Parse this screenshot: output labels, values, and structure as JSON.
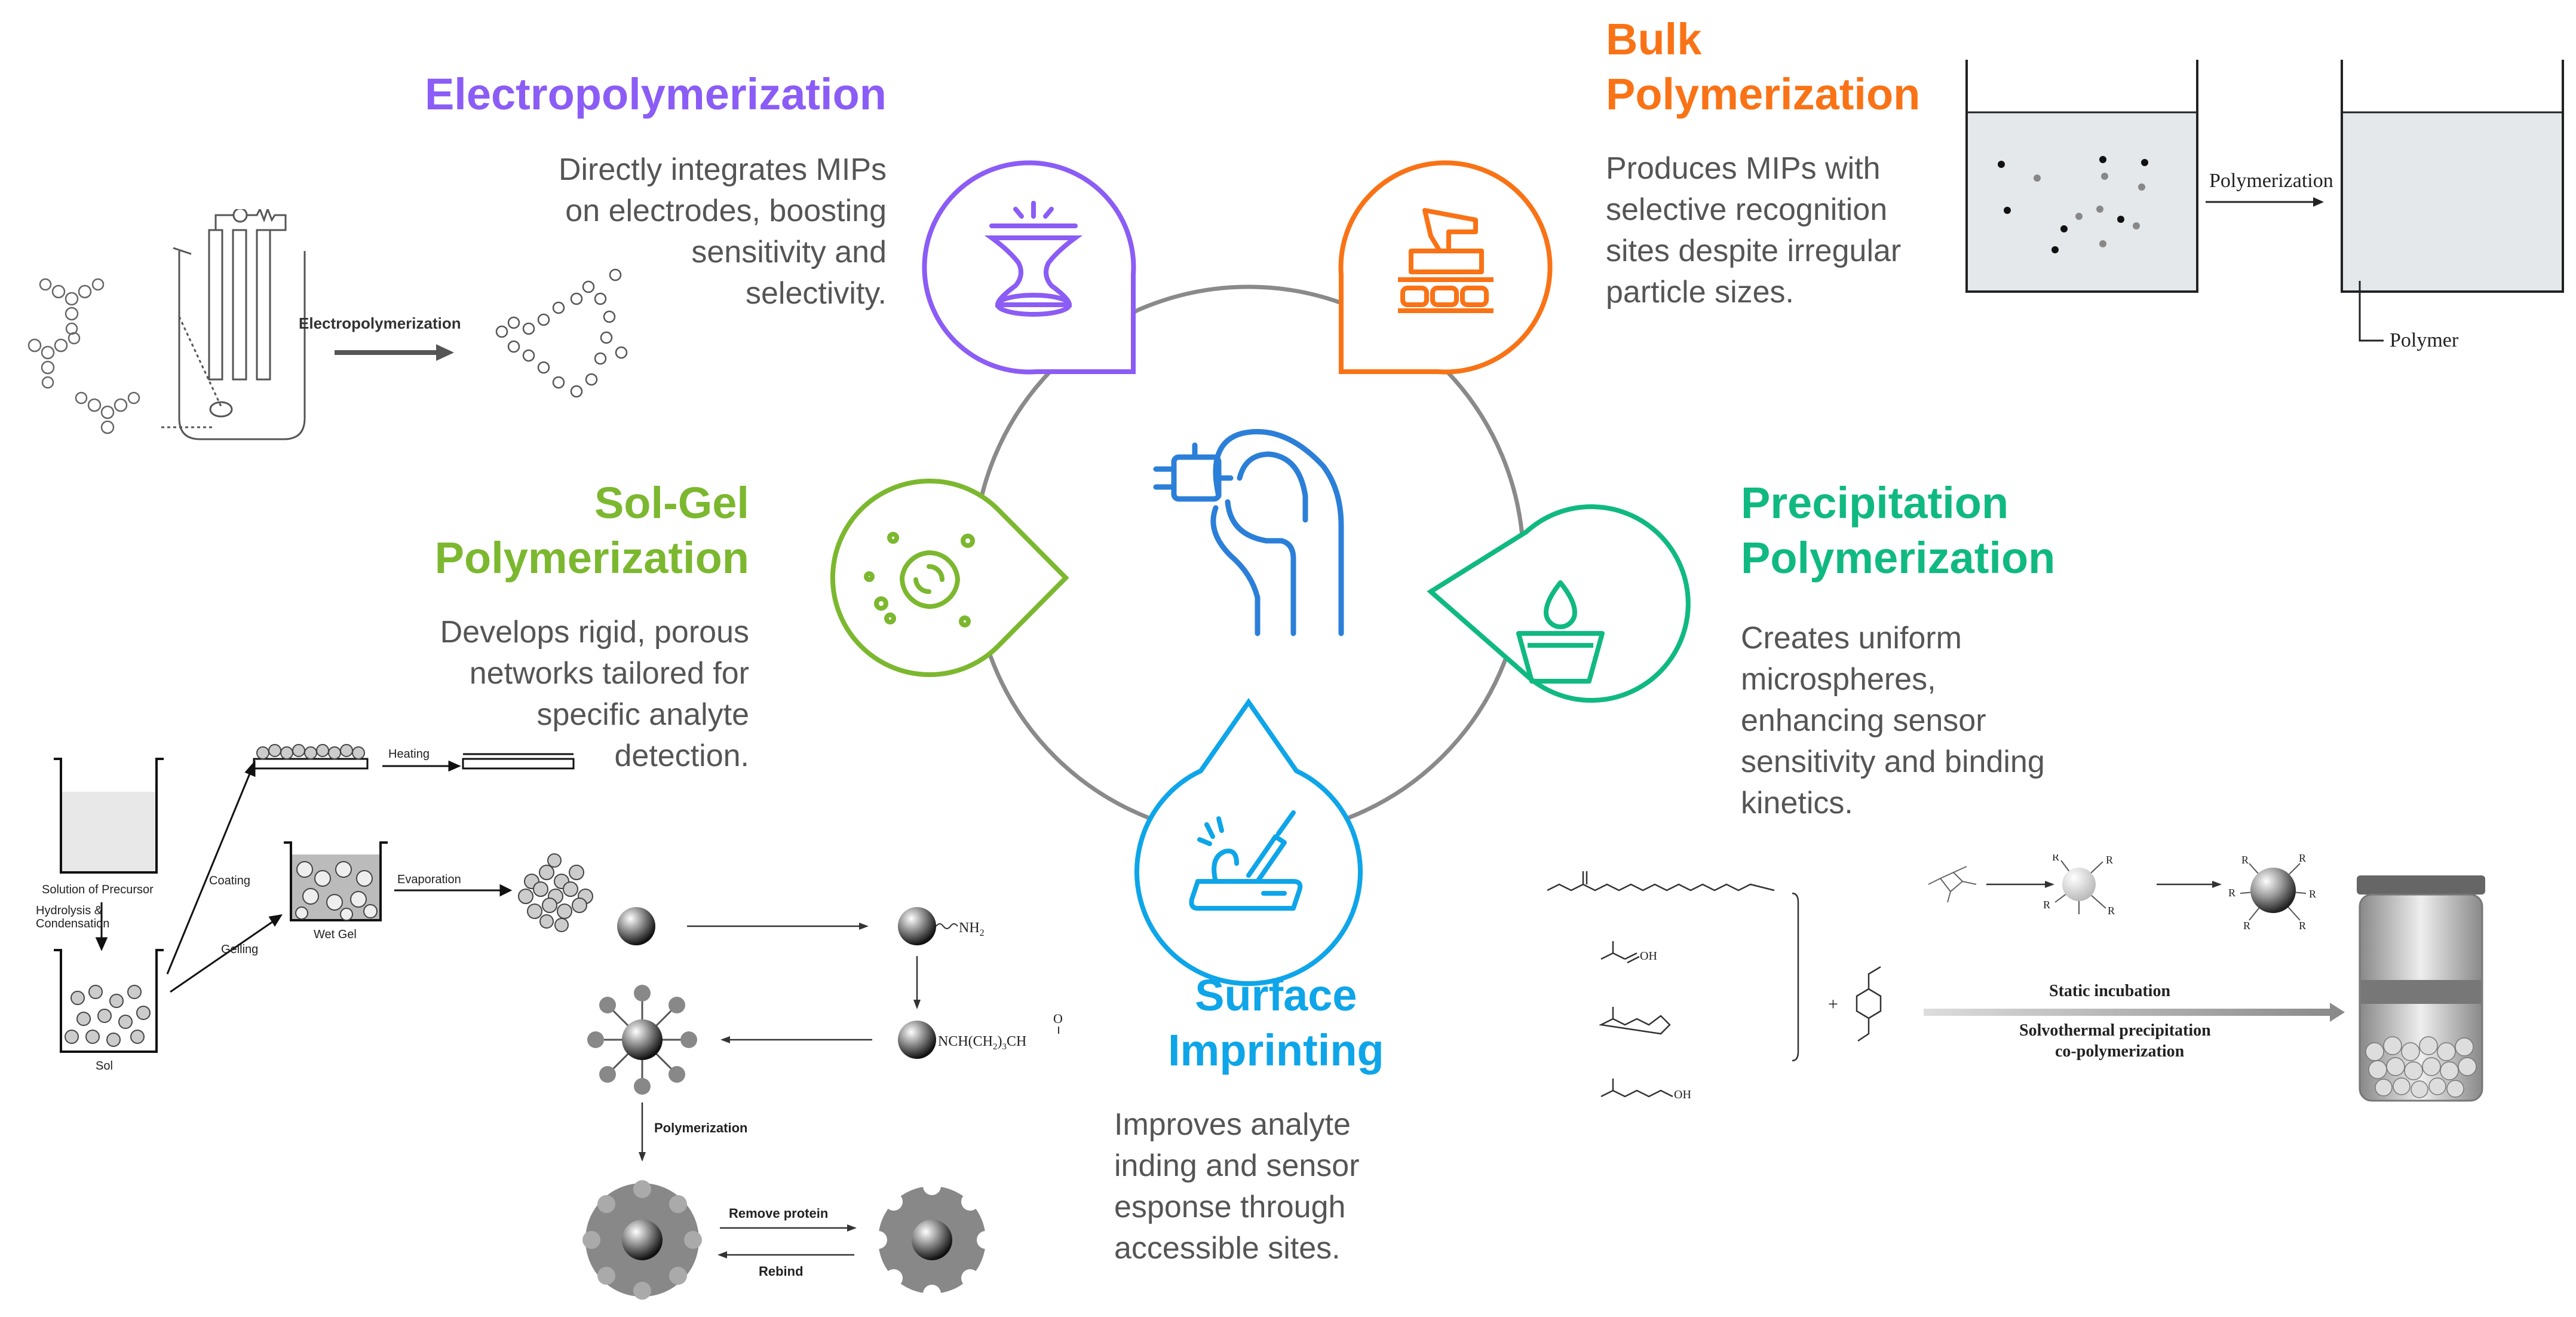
{
  "colors": {
    "electro": "#8B5CF6",
    "bulk": "#F97316",
    "solgel": "#7CB82F",
    "precip": "#10B981",
    "surface": "#0EA5E9",
    "center": "#2B7FD8",
    "ring": "#888888",
    "text": "#555555"
  },
  "electropolymerization": {
    "title": "Electropolymerization",
    "desc": [
      "Directly integrates MIPs",
      "on electrodes, boosting",
      "sensitivity and",
      "selectivity."
    ],
    "figure": {
      "arrow_label": "Electropolymerization"
    },
    "icon": "fountain-pedestal-icon"
  },
  "bulk": {
    "title": [
      "Bulk",
      "Polymerization"
    ],
    "desc": [
      "Produces MIPs with",
      "selective recognition",
      "sites despite irregular",
      "particle sizes."
    ],
    "figure": {
      "arrow_label": "Polymerization",
      "callout": "Polymer"
    },
    "icon": "machine-press-icon"
  },
  "solgel": {
    "title": [
      "Sol-Gel",
      "Polymerization"
    ],
    "desc": [
      "Develops rigid, porous",
      "networks tailored for",
      "specific analyte",
      "detection."
    ],
    "figure": {
      "precursor": "Solution of Precursor",
      "hydrolysis": [
        "Hydrolysis &",
        "Condensation"
      ],
      "sol": "Sol",
      "coating": "Coating",
      "gelling": "Gelling",
      "heating": "Heating",
      "wet_gel": "Wet Gel",
      "evaporation": "Evaporation"
    },
    "icon": "swirl-icon"
  },
  "precipitation": {
    "title": [
      "Precipitation",
      "Polymerization"
    ],
    "desc": [
      "Creates uniform",
      "microspheres,",
      "enhancing sensor",
      "sensitivity and binding",
      "kinetics."
    ],
    "figure": {
      "oh": "OH",
      "plus": "+",
      "r": "R",
      "static": "Static incubation",
      "solvo": [
        "Solvothermal precipitation",
        "co-polymerization"
      ]
    },
    "icon": "water-drop-basin-icon"
  },
  "surface": {
    "title": [
      "Surface",
      "Imprinting"
    ],
    "desc": [
      "Improves analyte",
      "inding and sensor",
      "esponse through",
      "accessible sites."
    ],
    "figure": {
      "nh2": "NH",
      "nh2_sub": "2",
      "aldehyde_a": "NCH(CH",
      "aldehyde_sub": "2",
      "aldehyde_b": ")",
      "aldehyde_sub2": "3",
      "aldehyde_c": "CH",
      "aldehyde_o": "O",
      "polymerization": "Polymerization",
      "remove": "Remove  protein",
      "rebind": "Rebind"
    },
    "icon": "stamp-tool-icon"
  },
  "center": {
    "icon": "hand-plug-icon"
  }
}
